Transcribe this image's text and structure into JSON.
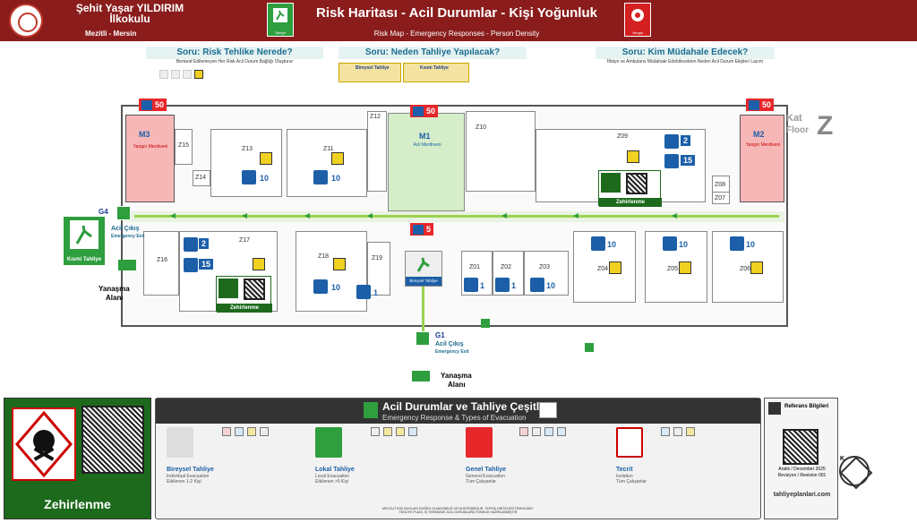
{
  "header": {
    "school_name_1": "Şehit Yaşar YILDIRIM",
    "school_name_2": "İlkokulu",
    "location": "Mezitli - Mersin",
    "title": "Risk Haritası - Acil Durumlar - Kişi Yoğunluk",
    "subtitle": "Risk Map - Emergency Responses - Person Density",
    "left_icon_caption": "Tahliye",
    "right_icon_caption": "Yangın"
  },
  "questions": {
    "q1": "Soru: Risk Tehlike Nerede?",
    "q1_sub": "Bertaraf Edilemeyen Her Risk Acil Durum Bağlığı Oluşturur",
    "q2": "Soru: Neden Tahliye Yapılacak?",
    "q2_a": "Bireysel Tahliye",
    "q2_b": "Kısmi Tahliye",
    "q3": "Soru: Kim Müdahale Edecek?",
    "q3_sub": "İtfaiye ve Ambulans Müdahale Edebilecekten Neden Acil Durum Ekipleri Lazım"
  },
  "floor": {
    "kat": "Kat",
    "floor": "Floor",
    "letter": "Z",
    "stairs": [
      {
        "id": "M3",
        "count": "50",
        "caption": "Yangın Merdiveni"
      },
      {
        "id": "M1",
        "count": "50",
        "caption": "Acil Merdiveni"
      },
      {
        "id": "M2",
        "count": "50",
        "caption": "Yangın Merdiveni"
      }
    ],
    "rooms_top": [
      "Z15",
      "Z14",
      "Z13",
      "Z11",
      "Z12",
      "Z10",
      "Z09",
      "Z08",
      "Z07"
    ],
    "rooms_bottom": [
      "Z16",
      "Z17",
      "Z18",
      "Z19",
      "Z01",
      "Z02",
      "Z03",
      "Z04",
      "Z05",
      "Z06"
    ],
    "counts_top": [
      "10",
      "10",
      "2",
      "15"
    ],
    "counts_bottom": [
      "2",
      "15",
      "10",
      "1",
      "1",
      "1",
      "10",
      "10",
      "10",
      "10"
    ],
    "center_badge": "5",
    "exit_g4": "G4",
    "exit_g1": "G1",
    "acil_cikis": "Acil Çıkış",
    "emergency_exit": "Emergency Exit",
    "yanasma": "Yanaşma",
    "alani": "Alanı",
    "zehirlenme": "Zehirlenme",
    "kismi_tahliye": "Kısmi Tahliye",
    "bireysel_tahliye": "Bireysel Tahliye"
  },
  "left_panel": {
    "label": "Zehirlenme"
  },
  "bottom": {
    "title": "Acil Durumlar ve Tahliye Çeşitleri",
    "subtitle": "Emergency Response & Types of Evacuation",
    "cards": [
      {
        "name": "Bireysel Tahliye",
        "line1": "Individual Evacuation",
        "line2": "Etkilenen 1-2 Kişi"
      },
      {
        "name": "Lokal Tahliye",
        "line1": "Local Evacuation",
        "line2": "Etkilenen >5 Kişi"
      },
      {
        "name": "Genel Tahliye",
        "line1": "General Evacuation",
        "line2": "Tüm Çalışanlar"
      },
      {
        "name": "Tecrit",
        "line1": "Isolation",
        "line2": "Tüm Çalışanlar"
      }
    ],
    "fine_print_1": "MEVCUT KİŞİ SAYILARI DOĞRU OLMAYABİLİR VEYA DEĞİŞEBİLİR. TEFRİŞ ÜNİTELERİ TEMSİLİDİR.",
    "fine_print_2": "TAHLİYE PLANI, İŞ YERİMİZDE ACİL DURUMLARA YÖNELİK HAZIRLANMIŞTIR"
  },
  "right_panel": {
    "title": "Referans Bilgileri",
    "date": "Aralık / December 2025",
    "revision": "Revizyon / Revision 001",
    "site": "tahliyeplanlari.com"
  },
  "compass": {
    "label": "K"
  },
  "colors": {
    "header": "#8a1c1c",
    "green": "#2e9e3e",
    "red": "#e8272b",
    "blue": "#1c5fa8",
    "stair": "#f7b7b7"
  }
}
